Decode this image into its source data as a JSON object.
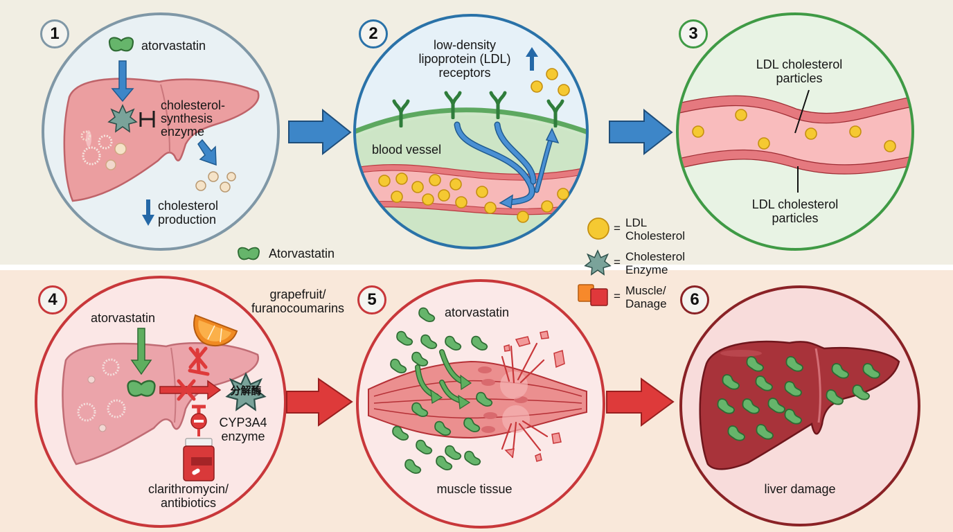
{
  "diagram": {
    "panels": [
      {
        "number": "1",
        "labels": {
          "drug": "atorvastatin",
          "enzyme": "cholesterol-\nsynthesis\nenzyme",
          "result": "cholesterol\nproduction"
        }
      },
      {
        "number": "2",
        "labels": {
          "receptors": "low-density\nlipoprotein (LDL)\nreceptors",
          "vessel": "blood vessel"
        }
      },
      {
        "number": "3",
        "labels": {
          "top": "LDL cholesterol\nparticles",
          "bottom": "LDL cholesterol\nparticles"
        }
      },
      {
        "number": "4",
        "labels": {
          "drug": "atorvastatin",
          "grapefruit": "grapefruit/\nfuranocoumarins",
          "enzyme_cjk": "分解酶",
          "enzyme": "CYP3A4\nenzyme",
          "antibiotic": "clarithromycin/\nantibiotics"
        }
      },
      {
        "number": "5",
        "labels": {
          "drug": "atorvastatin",
          "tissue": "muscle tissue"
        }
      },
      {
        "number": "6",
        "labels": {
          "damage": "liver damage"
        }
      }
    ],
    "atorvastatin_key": "Atorvastatin",
    "legend": [
      {
        "symbol": "yellow-circle",
        "text": "LDL\nCholesterol"
      },
      {
        "symbol": "teal-star",
        "text": "Cholesterol\nEnzyme"
      },
      {
        "symbol": "red-squares",
        "text": "Muscle/\nDanage"
      }
    ],
    "colors": {
      "panel1": "#7f97a6",
      "panel2": "#2a72a8",
      "panel3": "#3f9a45",
      "panel4": "#c8373a",
      "panel5": "#c8373a",
      "panel6": "#8a2226",
      "arrow_blue": "#3d86c8",
      "arrow_red": "#de3a3a",
      "drug_green": "#66b56b",
      "ldl_yellow": "#f5c932"
    }
  }
}
